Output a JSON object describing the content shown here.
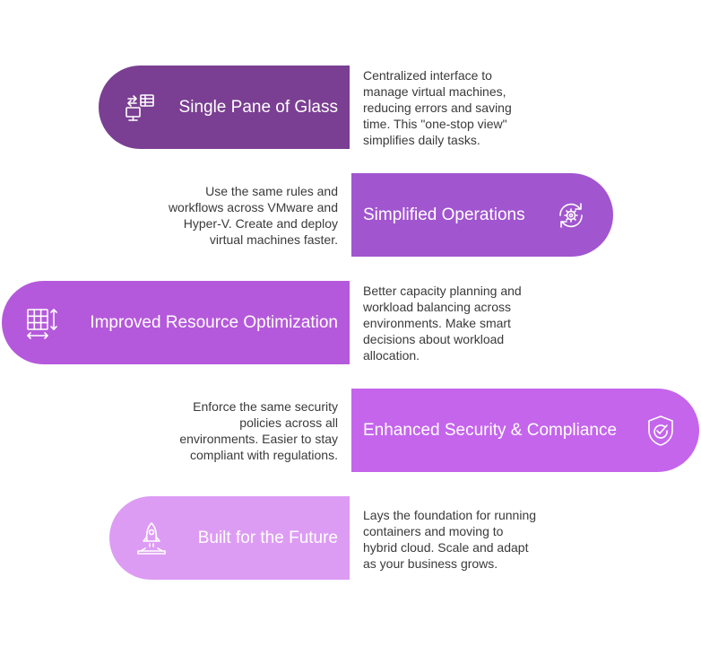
{
  "colors": {
    "step1": "#7a3f92",
    "step2": "#a155cf",
    "step3": "#b559dc",
    "step4": "#c465ec",
    "step5": "#dd9cf4",
    "text": "#3a3a3a"
  },
  "steps": [
    {
      "title": "Single Pane of Glass",
      "icon": "monitor-grid-arrows-icon",
      "description": [
        "Centralized interface to",
        "manage virtual machines,",
        "reducing errors and saving",
        "time. This \"one-stop view\"",
        "simplifies daily tasks."
      ]
    },
    {
      "title": "Simplified Operations",
      "icon": "gear-refresh-icon",
      "description": [
        "Use the same rules and",
        "workflows across VMware and",
        "Hyper-V. Create and deploy",
        "virtual machines faster."
      ]
    },
    {
      "title": "Improved Resource Optimization",
      "icon": "grid-resize-icon",
      "description": [
        "Better capacity planning and",
        "workload balancing across",
        "environments. Make smart",
        "decisions about workload",
        "allocation."
      ]
    },
    {
      "title": "Enhanced Security & Compliance",
      "icon": "shield-check-icon",
      "description": [
        "Enforce the same security",
        "policies across all",
        "environments. Easier to stay",
        "compliant with regulations."
      ]
    },
    {
      "title": "Built for the Future",
      "icon": "rocket-icon",
      "description": [
        "Lays the foundation for running",
        "containers and moving to",
        "hybrid cloud. Scale and adapt",
        "as your business grows."
      ]
    }
  ]
}
